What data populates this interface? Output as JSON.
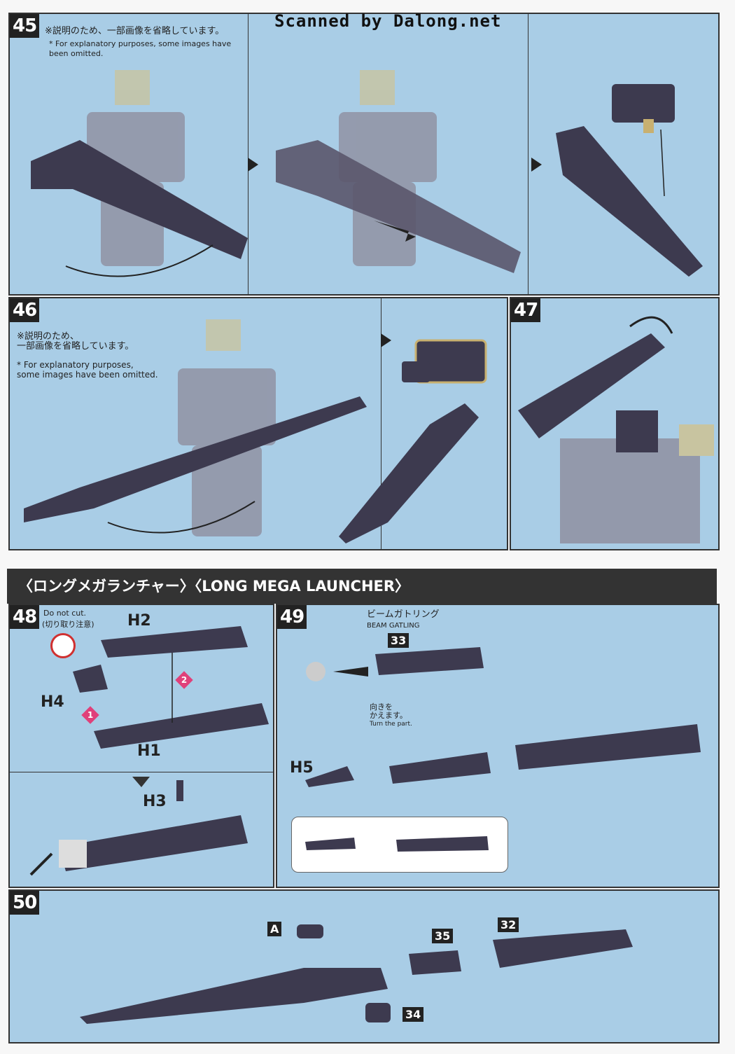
{
  "watermark": "Scanned by Dalong.net",
  "steps": {
    "s45": {
      "number": "45",
      "note_jp": "※説明のため、一部画像を省略しています。",
      "note_en": "* For explanatory purposes, some images have\n   been omitted."
    },
    "s46": {
      "number": "46",
      "note_jp": "※説明のため、\n一部画像を省略しています。",
      "note_en": "* For explanatory purposes,\n   some images have been omitted."
    },
    "s47": {
      "number": "47"
    },
    "s48": {
      "number": "48",
      "do_not_cut_en": "Do not cut.",
      "do_not_cut_jp": "(切り取り注意)",
      "parts": [
        "H2",
        "H4",
        "H1",
        "H3"
      ],
      "callouts": [
        "1",
        "2"
      ]
    },
    "s49": {
      "number": "49",
      "title_jp": "ビームガトリング",
      "title_en": "BEAM GATLING",
      "part_number": "33",
      "turn_jp": "向きを\nかえます。",
      "turn_en": "Turn the part.",
      "part_h": "H5"
    },
    "s50": {
      "number": "50",
      "parts": [
        "A",
        "35",
        "32",
        "34"
      ]
    }
  },
  "section_header": "〈ロングメガランチャー〉〈LONG MEGA LAUNCHER〉",
  "colors": {
    "panel_bg": "#a9cde6",
    "header_bg": "#333333",
    "part_color": "#3d3a4f",
    "callout_pink": "#e0407a"
  }
}
